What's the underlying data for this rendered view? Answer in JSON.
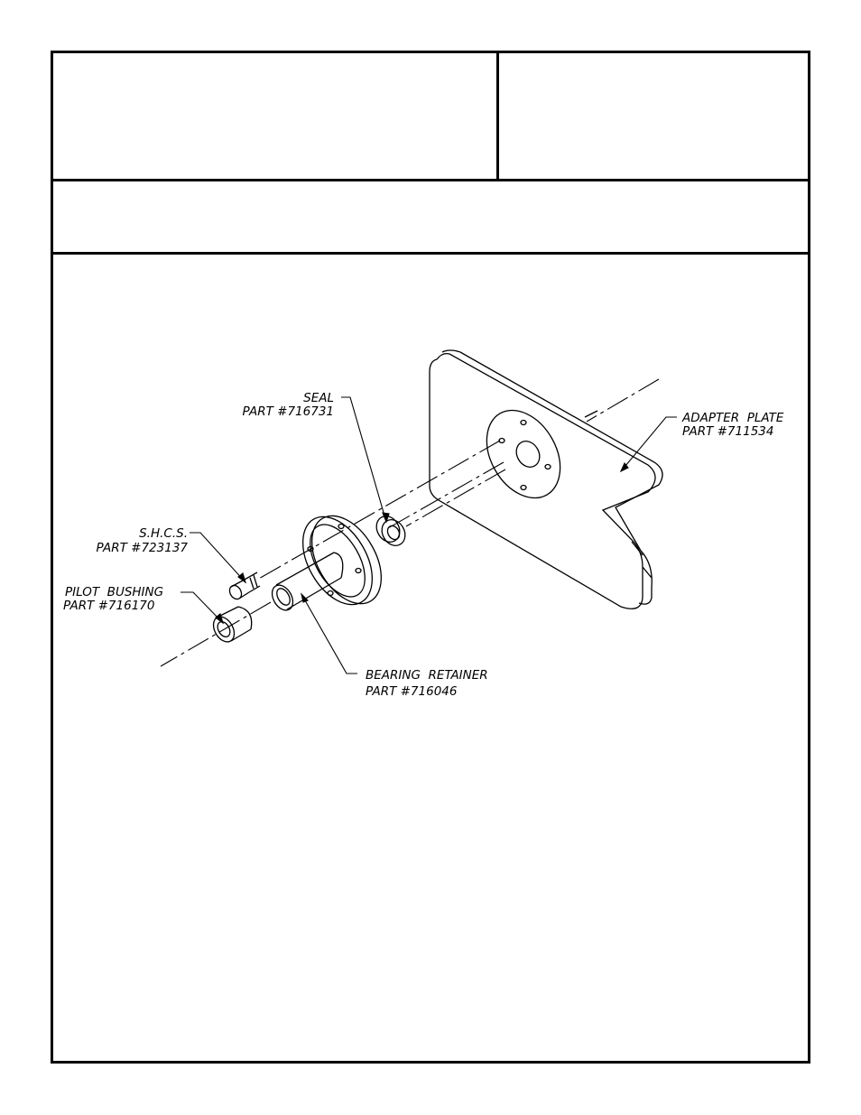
{
  "title_block": {
    "left_cell": "",
    "right_cell": "",
    "description_row": ""
  },
  "callouts": {
    "seal": {
      "name": "SEAL",
      "part": "PART #716731"
    },
    "adapter_plate": {
      "name": "ADAPTER  PLATE",
      "part": "PART #711534"
    },
    "shcs": {
      "name": "S.H.C.S.",
      "part": "PART #723137"
    },
    "pilot_bushing": {
      "name": "PILOT  BUSHING",
      "part": "PART #716170"
    },
    "bearing_retainer": {
      "name": "BEARING  RETAINER",
      "part": "PART #716046"
    }
  },
  "colors": {
    "line": "#000000",
    "paper": "#ffffff"
  }
}
